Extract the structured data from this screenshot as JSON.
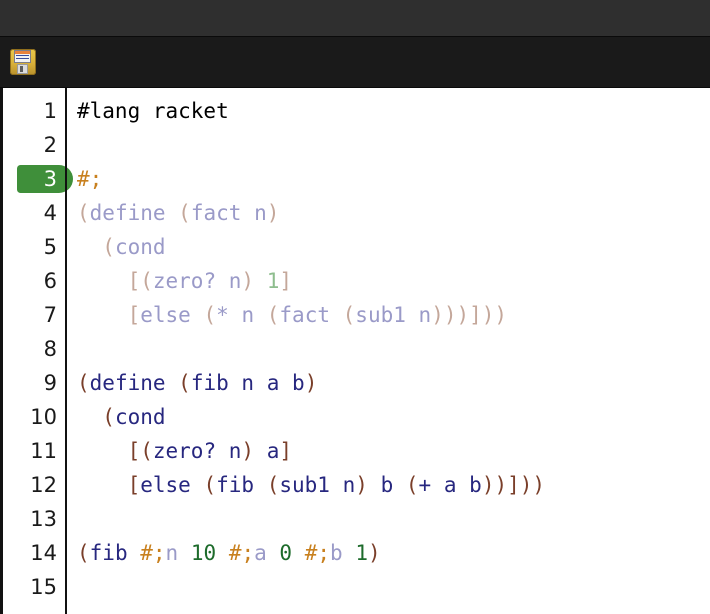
{
  "window": {
    "titlebar_color": "#2f2f2f",
    "toolbar_color": "#1a1a1a"
  },
  "toolbar": {
    "save_icon": "floppy-disk-icon",
    "save_label": "Save"
  },
  "editor": {
    "language": "racket",
    "background": "#ffffff",
    "gutter_rule_color": "#111111",
    "marked_line": 3,
    "marked_badge_color": "#3f8f3a",
    "palette": {
      "plain": "#000000",
      "paren": "#7a3f2a",
      "identifier": "#27277f",
      "number": "#1d6b2b",
      "hash_semi": "#c8801e",
      "faded_paren": "#c4a79a",
      "faded_identifier": "#9a9ac8",
      "faded_number": "#8ebd8e"
    },
    "lines": [
      {
        "n": "1",
        "marked": false,
        "tokens": [
          {
            "t": "#lang racket",
            "c": "t-plain"
          }
        ]
      },
      {
        "n": "2",
        "marked": false,
        "tokens": []
      },
      {
        "n": "3",
        "marked": true,
        "tokens": [
          {
            "t": "#;",
            "c": "t-hashsemi"
          }
        ]
      },
      {
        "n": "4",
        "marked": false,
        "tokens": [
          {
            "t": "(",
            "c": "t-paren-f"
          },
          {
            "t": "define",
            "c": "t-ident-f"
          },
          {
            "t": " ",
            "c": "t-plain"
          },
          {
            "t": "(",
            "c": "t-paren-f"
          },
          {
            "t": "fact",
            "c": "t-ident-f"
          },
          {
            "t": " ",
            "c": "t-plain"
          },
          {
            "t": "n",
            "c": "t-ident-f"
          },
          {
            "t": ")",
            "c": "t-paren-f"
          }
        ]
      },
      {
        "n": "5",
        "marked": false,
        "tokens": [
          {
            "t": "  ",
            "c": "t-plain"
          },
          {
            "t": "(",
            "c": "t-paren-f"
          },
          {
            "t": "cond",
            "c": "t-ident-f"
          }
        ]
      },
      {
        "n": "6",
        "marked": false,
        "tokens": [
          {
            "t": "    ",
            "c": "t-plain"
          },
          {
            "t": "[(",
            "c": "t-paren-f"
          },
          {
            "t": "zero?",
            "c": "t-ident-f"
          },
          {
            "t": " ",
            "c": "t-plain"
          },
          {
            "t": "n",
            "c": "t-ident-f"
          },
          {
            "t": ")",
            "c": "t-paren-f"
          },
          {
            "t": " ",
            "c": "t-plain"
          },
          {
            "t": "1",
            "c": "t-num-f"
          },
          {
            "t": "]",
            "c": "t-paren-f"
          }
        ]
      },
      {
        "n": "7",
        "marked": false,
        "tokens": [
          {
            "t": "    ",
            "c": "t-plain"
          },
          {
            "t": "[",
            "c": "t-paren-f"
          },
          {
            "t": "else",
            "c": "t-ident-f"
          },
          {
            "t": " ",
            "c": "t-plain"
          },
          {
            "t": "(",
            "c": "t-paren-f"
          },
          {
            "t": "*",
            "c": "t-ident-f"
          },
          {
            "t": " ",
            "c": "t-plain"
          },
          {
            "t": "n",
            "c": "t-ident-f"
          },
          {
            "t": " ",
            "c": "t-plain"
          },
          {
            "t": "(",
            "c": "t-paren-f"
          },
          {
            "t": "fact",
            "c": "t-ident-f"
          },
          {
            "t": " ",
            "c": "t-plain"
          },
          {
            "t": "(",
            "c": "t-paren-f"
          },
          {
            "t": "sub1",
            "c": "t-ident-f"
          },
          {
            "t": " ",
            "c": "t-plain"
          },
          {
            "t": "n",
            "c": "t-ident-f"
          },
          {
            "t": ")))])",
            "c": "t-paren-f"
          },
          {
            "t": ")",
            "c": "t-paren-f"
          }
        ]
      },
      {
        "n": "8",
        "marked": false,
        "tokens": []
      },
      {
        "n": "9",
        "marked": false,
        "tokens": [
          {
            "t": "(",
            "c": "t-paren"
          },
          {
            "t": "define",
            "c": "t-ident"
          },
          {
            "t": " ",
            "c": "t-plain"
          },
          {
            "t": "(",
            "c": "t-paren"
          },
          {
            "t": "fib",
            "c": "t-ident"
          },
          {
            "t": " ",
            "c": "t-plain"
          },
          {
            "t": "n",
            "c": "t-ident"
          },
          {
            "t": " ",
            "c": "t-plain"
          },
          {
            "t": "a",
            "c": "t-ident"
          },
          {
            "t": " ",
            "c": "t-plain"
          },
          {
            "t": "b",
            "c": "t-ident"
          },
          {
            "t": ")",
            "c": "t-paren"
          }
        ]
      },
      {
        "n": "10",
        "marked": false,
        "tokens": [
          {
            "t": "  ",
            "c": "t-plain"
          },
          {
            "t": "(",
            "c": "t-paren"
          },
          {
            "t": "cond",
            "c": "t-ident"
          }
        ]
      },
      {
        "n": "11",
        "marked": false,
        "tokens": [
          {
            "t": "    ",
            "c": "t-plain"
          },
          {
            "t": "[(",
            "c": "t-paren"
          },
          {
            "t": "zero?",
            "c": "t-ident"
          },
          {
            "t": " ",
            "c": "t-plain"
          },
          {
            "t": "n",
            "c": "t-ident"
          },
          {
            "t": ")",
            "c": "t-paren"
          },
          {
            "t": " ",
            "c": "t-plain"
          },
          {
            "t": "a",
            "c": "t-ident"
          },
          {
            "t": "]",
            "c": "t-paren"
          }
        ]
      },
      {
        "n": "12",
        "marked": false,
        "tokens": [
          {
            "t": "    ",
            "c": "t-plain"
          },
          {
            "t": "[",
            "c": "t-paren"
          },
          {
            "t": "else",
            "c": "t-ident"
          },
          {
            "t": " ",
            "c": "t-plain"
          },
          {
            "t": "(",
            "c": "t-paren"
          },
          {
            "t": "fib",
            "c": "t-ident"
          },
          {
            "t": " ",
            "c": "t-plain"
          },
          {
            "t": "(",
            "c": "t-paren"
          },
          {
            "t": "sub1",
            "c": "t-ident"
          },
          {
            "t": " ",
            "c": "t-plain"
          },
          {
            "t": "n",
            "c": "t-ident"
          },
          {
            "t": ")",
            "c": "t-paren"
          },
          {
            "t": " ",
            "c": "t-plain"
          },
          {
            "t": "b",
            "c": "t-ident"
          },
          {
            "t": " ",
            "c": "t-plain"
          },
          {
            "t": "(",
            "c": "t-paren"
          },
          {
            "t": "+",
            "c": "t-ident"
          },
          {
            "t": " ",
            "c": "t-plain"
          },
          {
            "t": "a",
            "c": "t-ident"
          },
          {
            "t": " ",
            "c": "t-plain"
          },
          {
            "t": "b",
            "c": "t-ident"
          },
          {
            "t": "))])",
            "c": "t-paren"
          },
          {
            "t": ")",
            "c": "t-paren"
          }
        ]
      },
      {
        "n": "13",
        "marked": false,
        "tokens": []
      },
      {
        "n": "14",
        "marked": false,
        "tokens": [
          {
            "t": "(",
            "c": "t-paren"
          },
          {
            "t": "fib",
            "c": "t-ident"
          },
          {
            "t": " ",
            "c": "t-plain"
          },
          {
            "t": "#;",
            "c": "t-hashsemi"
          },
          {
            "t": "n",
            "c": "t-cmt-f"
          },
          {
            "t": " ",
            "c": "t-plain"
          },
          {
            "t": "10",
            "c": "t-num"
          },
          {
            "t": " ",
            "c": "t-plain"
          },
          {
            "t": "#;",
            "c": "t-hashsemi"
          },
          {
            "t": "a",
            "c": "t-cmt-f"
          },
          {
            "t": " ",
            "c": "t-plain"
          },
          {
            "t": "0",
            "c": "t-num"
          },
          {
            "t": " ",
            "c": "t-plain"
          },
          {
            "t": "#;",
            "c": "t-hashsemi"
          },
          {
            "t": "b",
            "c": "t-cmt-f"
          },
          {
            "t": " ",
            "c": "t-plain"
          },
          {
            "t": "1",
            "c": "t-num"
          },
          {
            "t": ")",
            "c": "t-paren"
          }
        ]
      },
      {
        "n": "15",
        "marked": false,
        "tokens": []
      }
    ]
  }
}
